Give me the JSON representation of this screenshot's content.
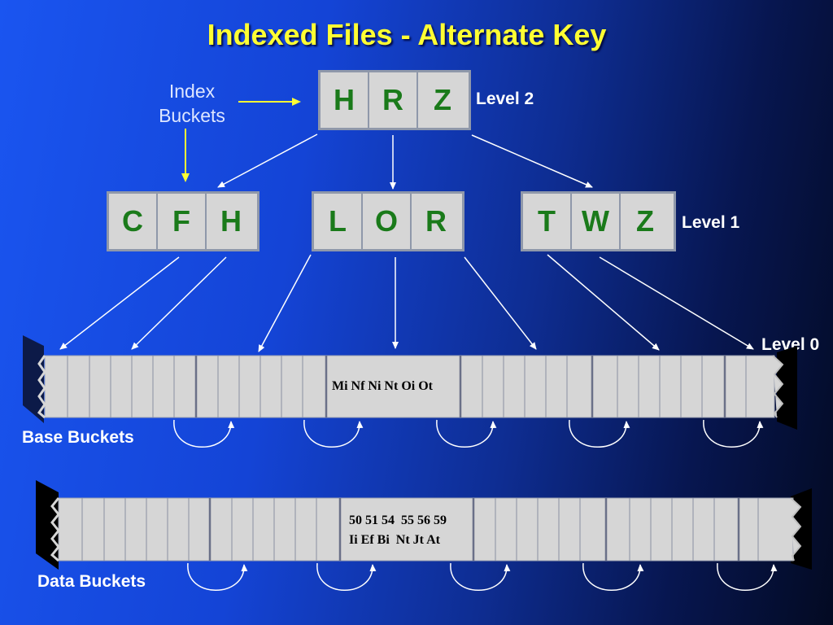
{
  "title": "Indexed Files - Alternate Key",
  "labels": {
    "index_buckets_line1": "Index",
    "index_buckets_line2": "Buckets",
    "level2": "Level 2",
    "level1": "Level 1",
    "level0": "Level 0",
    "base_buckets": "Base Buckets",
    "data_buckets": "Data Buckets"
  },
  "level2_keys": [
    "H",
    "R",
    "Z"
  ],
  "level1_nodes": [
    {
      "keys": [
        "C",
        "F",
        "H"
      ]
    },
    {
      "keys": [
        "L",
        "O",
        "R"
      ]
    },
    {
      "keys": [
        "T",
        "W",
        "Z"
      ]
    }
  ],
  "base_bucket_entries": "Mi Nf Ni Nt Oi Ot",
  "data_bucket_entries": {
    "row1": "50 51 54  55 56 59",
    "row2": "Ii Ef Bi  Nt Jt At"
  },
  "colors": {
    "title": "#ffff33",
    "key_text": "#1a7a1a",
    "pointer_arrow": "#ffff33",
    "cell_fill": "#d6d6d6"
  }
}
